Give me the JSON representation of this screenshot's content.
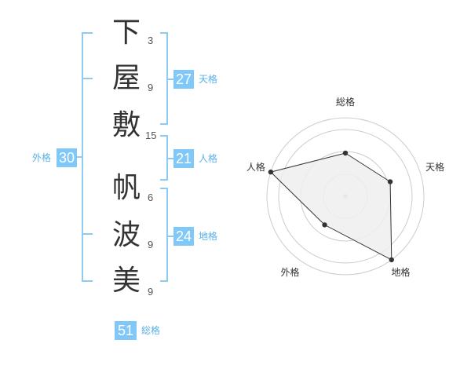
{
  "name": {
    "chars": [
      "下",
      "屋",
      "敷",
      "帆",
      "波",
      "美"
    ],
    "strokes": [
      "3",
      "9",
      "15",
      "6",
      "9",
      "9"
    ]
  },
  "grades": {
    "tenkaku": {
      "value": "27",
      "label": "天格"
    },
    "jinkaku": {
      "value": "21",
      "label": "人格"
    },
    "chikaku": {
      "value": "24",
      "label": "地格"
    },
    "gaikaku": {
      "value": "30",
      "label": "外格"
    },
    "soukaku": {
      "value": "51",
      "label": "総格"
    }
  },
  "chart_data": {
    "type": "radar",
    "axes": [
      "総格",
      "天格",
      "地格",
      "外格",
      "人格"
    ],
    "values": [
      0.55,
      0.6,
      1.0,
      0.45,
      1.0
    ],
    "colors": {
      "fill": "#eeeeee",
      "stroke": "#333333",
      "grid": "#cccccc",
      "point": "#333333",
      "center": "#bbbbbb"
    }
  }
}
